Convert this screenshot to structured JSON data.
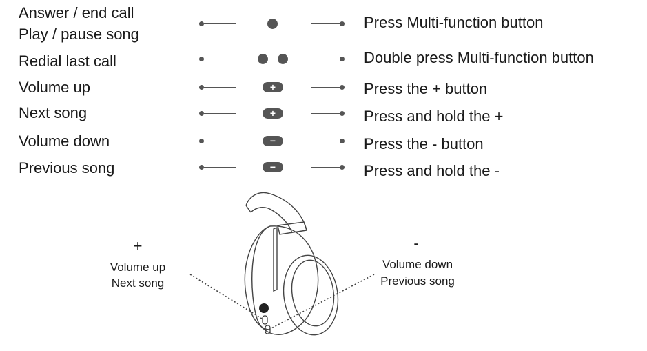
{
  "rows": [
    {
      "action": [
        "Answer / end call",
        "Play / pause song"
      ],
      "button": "single",
      "description": "Press Multi-function button"
    },
    {
      "action": [
        "Redial last call"
      ],
      "button": "double",
      "description": "Double press Multi-function button"
    },
    {
      "action": [
        "Volume up"
      ],
      "button": "plus",
      "description": "Press the + button"
    },
    {
      "action": [
        "Next song"
      ],
      "button": "plus",
      "description": "Press and hold the +"
    },
    {
      "action": [
        "Volume down"
      ],
      "button": "minus",
      "description": "Press the - button"
    },
    {
      "action": [
        "Previous song"
      ],
      "button": "minus",
      "description": "Press and hold the -"
    }
  ],
  "icons": {
    "plus": "+",
    "minus": "−"
  },
  "headphone": {
    "plus_label": {
      "symbol": "+",
      "lines": [
        "Volume up",
        "Next song"
      ]
    },
    "minus_label": {
      "symbol": "-",
      "lines": [
        "Volume down",
        "Previous song"
      ]
    }
  },
  "colors": {
    "line": "#555555",
    "outline": "#444444",
    "background": "#ffffff"
  }
}
